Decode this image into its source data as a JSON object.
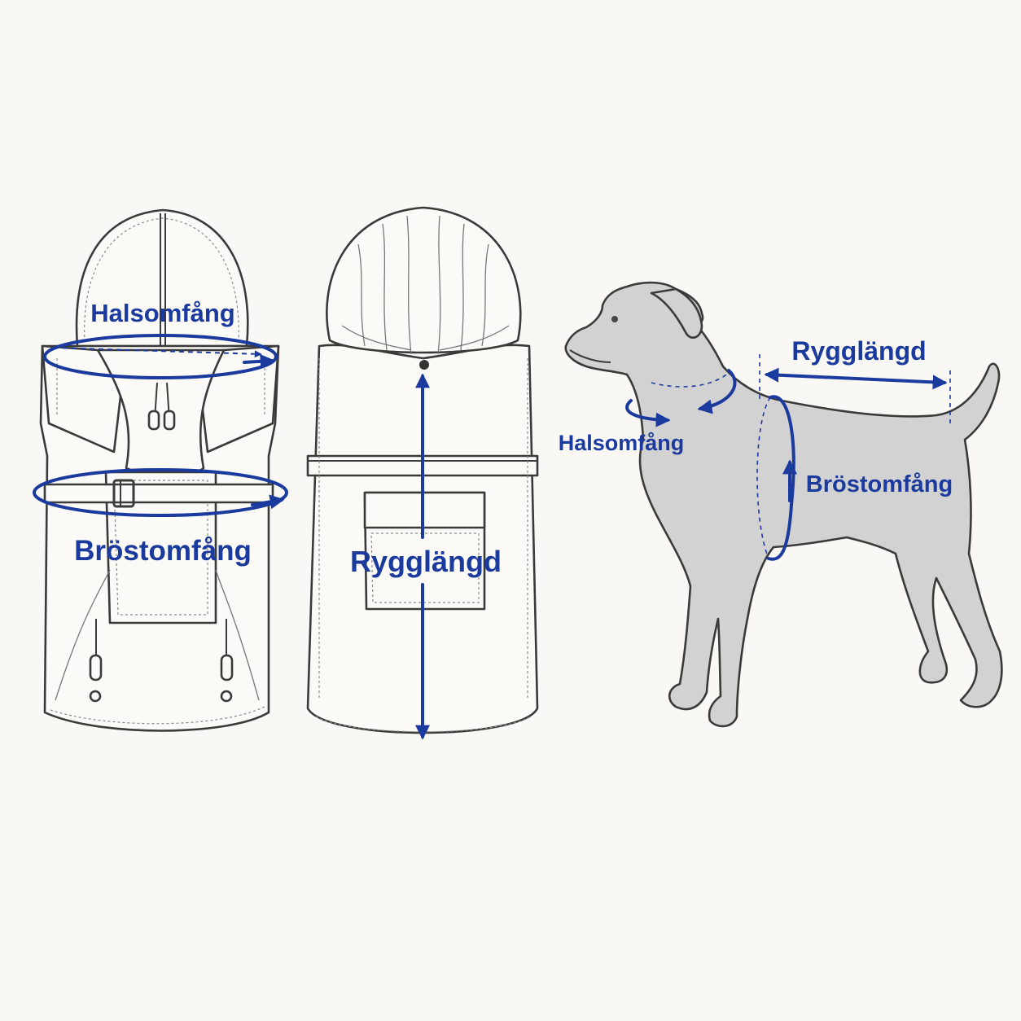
{
  "front_view": {
    "neck_label": "Halsomfång",
    "chest_label": "Bröstomfång"
  },
  "back_view": {
    "back_length_label": "Rygglängd"
  },
  "dog_view": {
    "back_length_label": "Rygglängd",
    "neck_label": "Halsomfång",
    "chest_label": "Bröstomfång"
  },
  "colors": {
    "measurement": "#1b3a9e",
    "outline": "#3a3a3a",
    "dog_fill": "#d2d2d2",
    "background": "#f9f8f5"
  }
}
